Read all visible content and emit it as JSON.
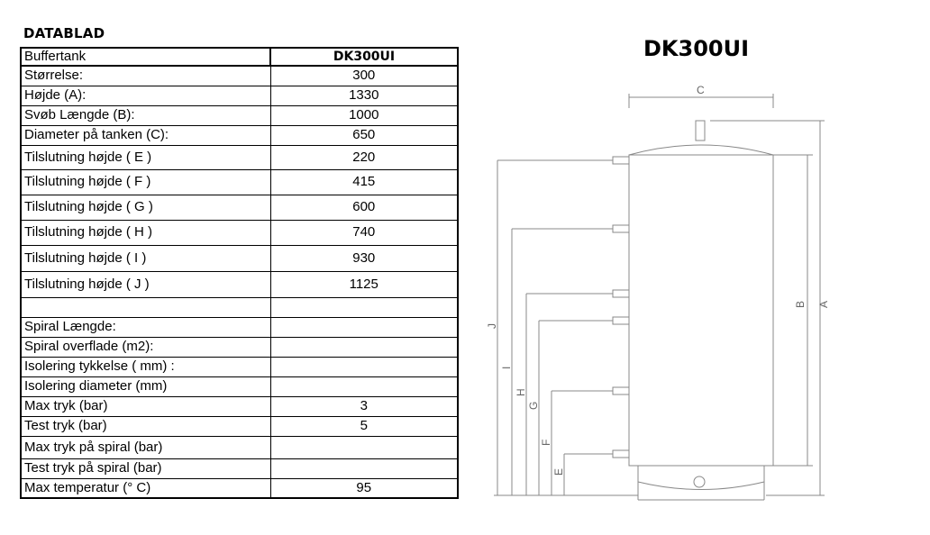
{
  "heading": "DATABLAD",
  "table": {
    "header_label": "Buffertank",
    "header_model": "DK300UI",
    "rows": [
      {
        "label": "Størrelse:",
        "value": "300"
      },
      {
        "label": "Højde (A):",
        "value": "1330"
      },
      {
        "label": "Svøb Længde (B):",
        "value": "1000"
      },
      {
        "label": "Diameter på tanken (C):",
        "value": "650"
      },
      {
        "label": "Tilslutning højde ( E )",
        "value": "220"
      },
      {
        "label": "Tilslutning højde ( F )",
        "value": "415"
      },
      {
        "label": "Tilslutning højde ( G )",
        "value": "600"
      },
      {
        "label": "Tilslutning højde ( H )",
        "value": "740"
      },
      {
        "label": "Tilslutning højde ( I )",
        "value": "930"
      },
      {
        "label": "Tilslutning højde ( J )",
        "value": "1125"
      },
      {
        "label": "",
        "value": ""
      },
      {
        "label": "Spiral Længde:",
        "value": ""
      },
      {
        "label": "Spiral overflade (m2):",
        "value": ""
      },
      {
        "label": "Isolering tykkelse ( mm) :",
        "value": ""
      },
      {
        "label": "Isolering diameter (mm)",
        "value": ""
      },
      {
        "label": "Max tryk (bar)",
        "value": "3"
      },
      {
        "label": "Test tryk (bar)",
        "value": "5"
      },
      {
        "label": "Max tryk på spiral (bar)",
        "value": ""
      },
      {
        "label": "Test tryk på spiral (bar)",
        "value": ""
      },
      {
        "label": "Max temperatur (° C)",
        "value": "95"
      }
    ]
  },
  "diagram": {
    "title": "DK300UI",
    "labels": {
      "c": "C",
      "a": "A",
      "b": "B",
      "j": "J",
      "i": "I",
      "h": "H",
      "g": "G",
      "f": "F",
      "e": "E"
    }
  }
}
